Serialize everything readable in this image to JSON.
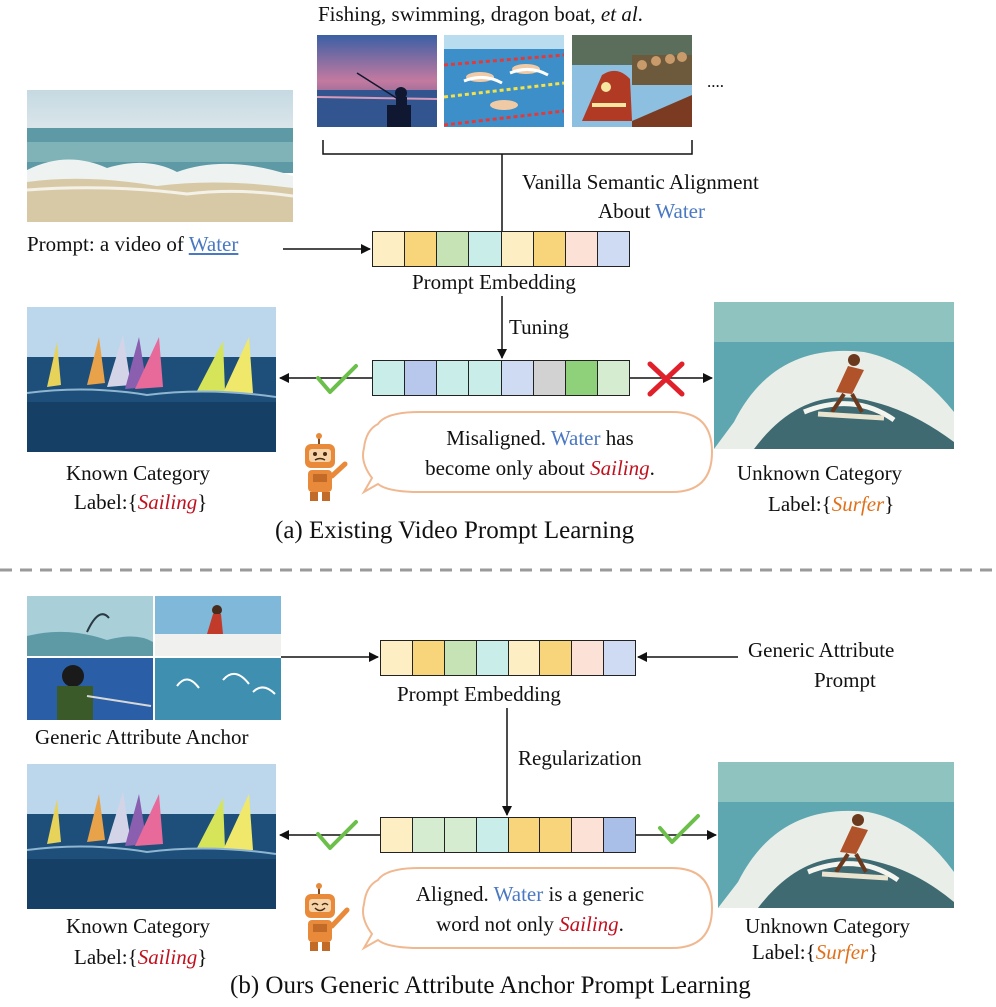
{
  "top": {
    "caption_main": "Fishing, swimming, dragon boat, ",
    "caption_etal": "et al",
    "caption_end": ".",
    "ellipsis": "....",
    "alignment_line1": "Vanilla Semantic Alignment",
    "alignment_line2_prefix": "About ",
    "alignment_word": "Water",
    "prompt_prefix": "Prompt: a video of ",
    "prompt_word": "Water",
    "embedding_label": "Prompt Embedding",
    "tuning_label": "Tuning",
    "bubble_misaligned": "Misaligned.",
    "bubble_water": "Water",
    "bubble_has": " has",
    "bubble_line2_prefix": "become only about ",
    "bubble_sailing": "Sailing",
    "bubble_end": ".",
    "known_category": "Known Category",
    "known_label_prefix": "Label:{",
    "known_label_value": "Sailing",
    "known_label_suffix": "}",
    "unknown_category": "Unknown Category",
    "unknown_label_prefix": "Label:{",
    "unknown_label_value": "Surfer",
    "unknown_label_suffix": "}",
    "section_title": "(a) Existing Video Prompt Learning"
  },
  "bottom": {
    "anchor_label": "Generic Attribute Anchor",
    "embedding_label": "Prompt Embedding",
    "generic_prompt_line1": "Generic Attribute",
    "generic_prompt_line2": "Prompt",
    "regularization_label": "Regularization",
    "bubble_aligned": "Aligned.",
    "bubble_water": "Water",
    "bubble_generic": " is a generic",
    "bubble_line2_prefix": "word not only ",
    "bubble_sailing": "Sailing",
    "bubble_end": ".",
    "known_category": "Known Category",
    "known_label_prefix": "Label:{",
    "known_label_value": "Sailing",
    "known_label_suffix": "}",
    "unknown_category": "Unknown Category",
    "unknown_label_prefix": "Label:{",
    "unknown_label_value": "Surfer",
    "unknown_label_suffix": "}",
    "section_title": "(b) Ours Generic Attribute Anchor Prompt Learning"
  },
  "colors": {
    "accent_blue": "#4a78c2",
    "label_red": "#c0111f",
    "label_orange": "#e0711c",
    "check_green": "#6cbf4a",
    "cross_red": "#e0202a",
    "divider_gray": "#9a9a9a",
    "bubble_outline": "#f0b890"
  },
  "embeddings": {
    "top_initial": [
      "#fdeec4",
      "#f8d57a",
      "#c6e3b6",
      "#c9ede8",
      "#fdeec4",
      "#f8d57a",
      "#fbe1d6",
      "#cfdaf3"
    ],
    "top_tuned": [
      "#c9ede8",
      "#b7c8ec",
      "#c9ede8",
      "#c9ede8",
      "#cfdaf3",
      "#d2d2d2",
      "#8fd17a",
      "#d5ecd0"
    ],
    "bottom_initial": [
      "#fdeec4",
      "#f8d57a",
      "#c6e3b6",
      "#c9ede8",
      "#fdeec4",
      "#f8d57a",
      "#fbe1d6",
      "#cfdaf3"
    ],
    "bottom_tuned": [
      "#fdeec4",
      "#d5ecd0",
      "#d5ecd0",
      "#c9ede8",
      "#f8d57a",
      "#f8d57a",
      "#fbe1d6",
      "#a9bfe8"
    ]
  },
  "icons": [
    "ocean-wave-image",
    "fishing-image",
    "swimming-image",
    "dragon-boat-image",
    "windsurf-image",
    "surfer-image",
    "robot-icon",
    "check-icon",
    "cross-icon",
    "anchor-collage-image"
  ]
}
